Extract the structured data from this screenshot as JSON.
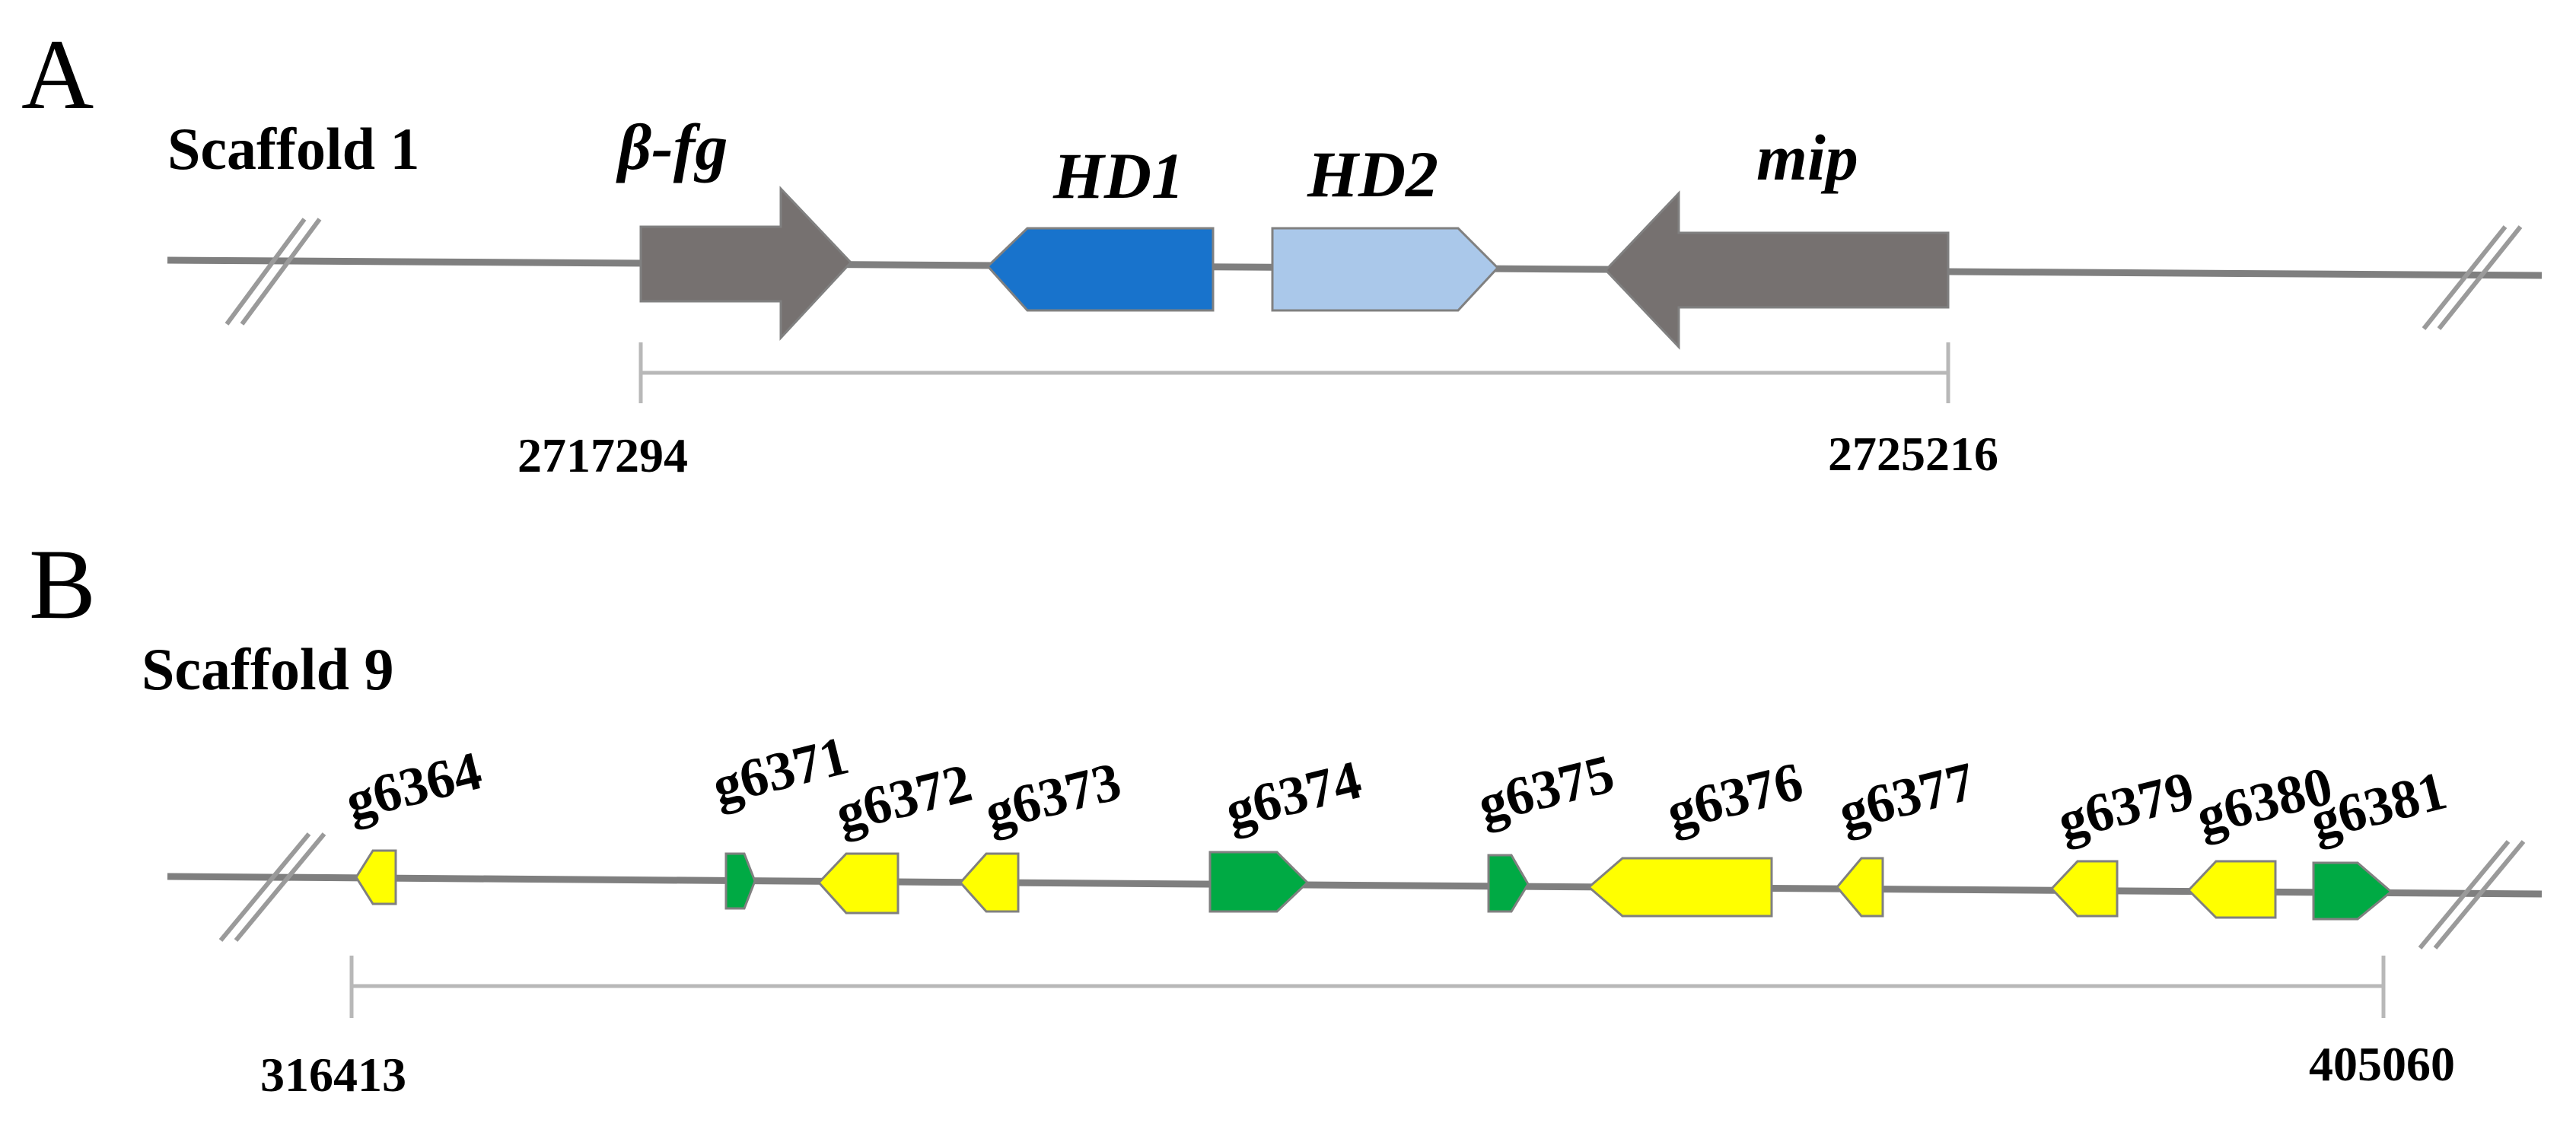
{
  "panels": [
    {
      "letter": "A",
      "scaffold": "Scaffold 1",
      "start_coord": "2717294",
      "end_coord": "2725216",
      "genes": [
        {
          "label": "β-fg",
          "italic": true,
          "color": "#767170",
          "strand": "+",
          "kind": "big"
        },
        {
          "label": "HD1",
          "italic": true,
          "color": "#1873cc",
          "strand": "-",
          "kind": "mid"
        },
        {
          "label": "HD2",
          "italic": true,
          "color": "#aac8ea",
          "strand": "+",
          "kind": "mid"
        },
        {
          "label": "mip",
          "italic": true,
          "color": "#767170",
          "strand": "-",
          "kind": "big"
        }
      ]
    },
    {
      "letter": "B",
      "scaffold": "Scaffold 9",
      "start_coord": "316413",
      "end_coord": "405060",
      "genes": [
        {
          "label": "g6364",
          "color": "#ffff00",
          "strand": "-"
        },
        {
          "label": "g6371",
          "color": "#00aa44",
          "strand": "+"
        },
        {
          "label": "g6372",
          "color": "#ffff00",
          "strand": "-"
        },
        {
          "label": "g6373",
          "color": "#ffff00",
          "strand": "-"
        },
        {
          "label": "g6374",
          "color": "#00aa44",
          "strand": "+"
        },
        {
          "label": "g6375",
          "color": "#00aa44",
          "strand": "+"
        },
        {
          "label": "g6376",
          "color": "#ffff00",
          "strand": "-"
        },
        {
          "label": "g6377",
          "color": "#ffff00",
          "strand": "-"
        },
        {
          "label": "g6379",
          "color": "#ffff00",
          "strand": "-"
        },
        {
          "label": "g6380",
          "color": "#ffff00",
          "strand": "-"
        },
        {
          "label": "g6381",
          "color": "#00aa44",
          "strand": "+"
        }
      ]
    }
  ]
}
